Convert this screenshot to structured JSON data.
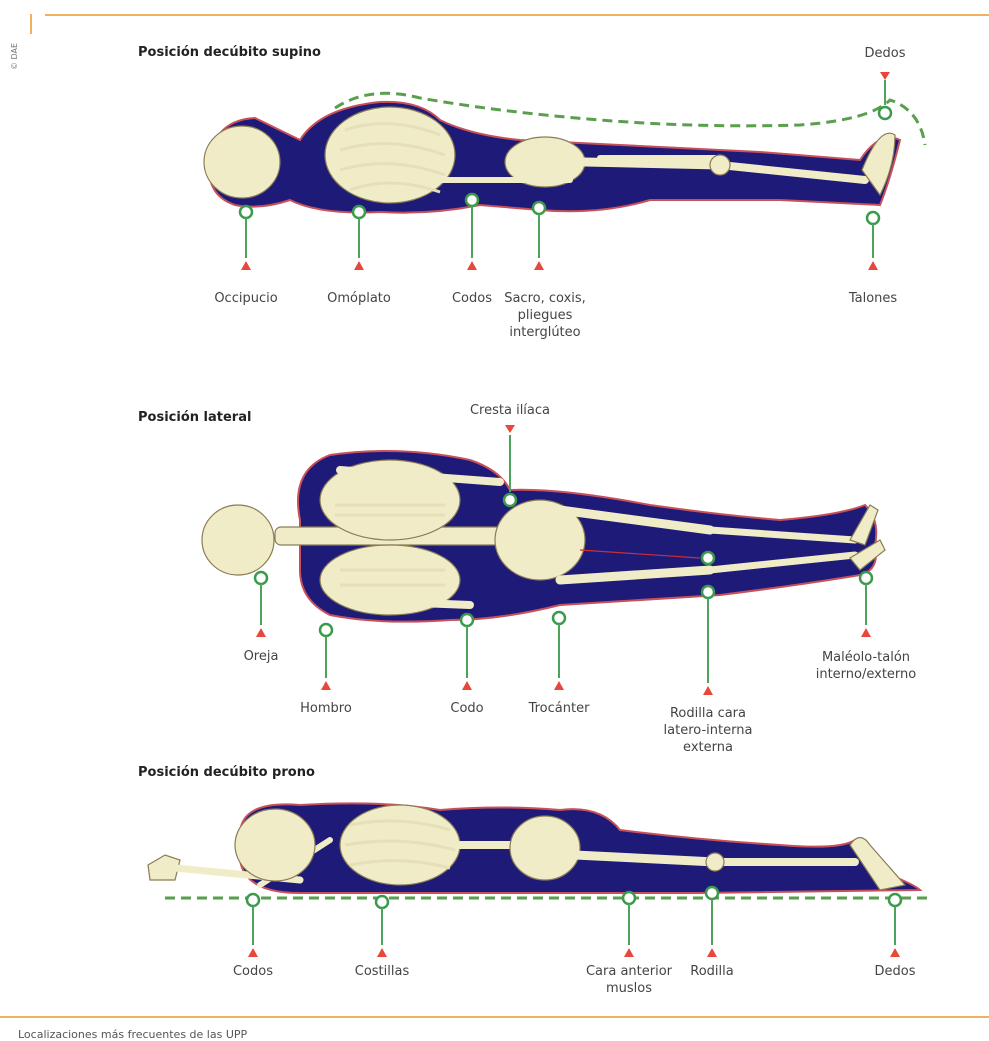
{
  "credit": "© DAE",
  "sections": [
    {
      "title": "Posición decúbito supino",
      "labels": [
        "Dedos",
        "Occipucio",
        "Omóplato",
        "Codos",
        "Sacro, coxis,",
        "pliegues",
        "interglúteo",
        "Talones"
      ]
    },
    {
      "title": "Posición lateral",
      "labels": [
        "Cresta ilíaca",
        "Oreja",
        "Hombro",
        "Codo",
        "Trocánter",
        "Rodilla cara",
        "latero-interna",
        "externa",
        "Maléolo-talón",
        "interno/externo"
      ]
    },
    {
      "title": "Posición decúbito prono",
      "labels": [
        "Codos",
        "Costillas",
        "Cara anterior",
        "muslos",
        "Rodilla",
        "Dedos"
      ]
    }
  ],
  "caption": "Localizaciones más frecuentes de las UPP",
  "colors": {
    "body": "#1e1a78",
    "bone": "#f0ecc8",
    "pin": "#3b9a4c",
    "arrow": "#e8483c",
    "frame": "#f0b060"
  }
}
